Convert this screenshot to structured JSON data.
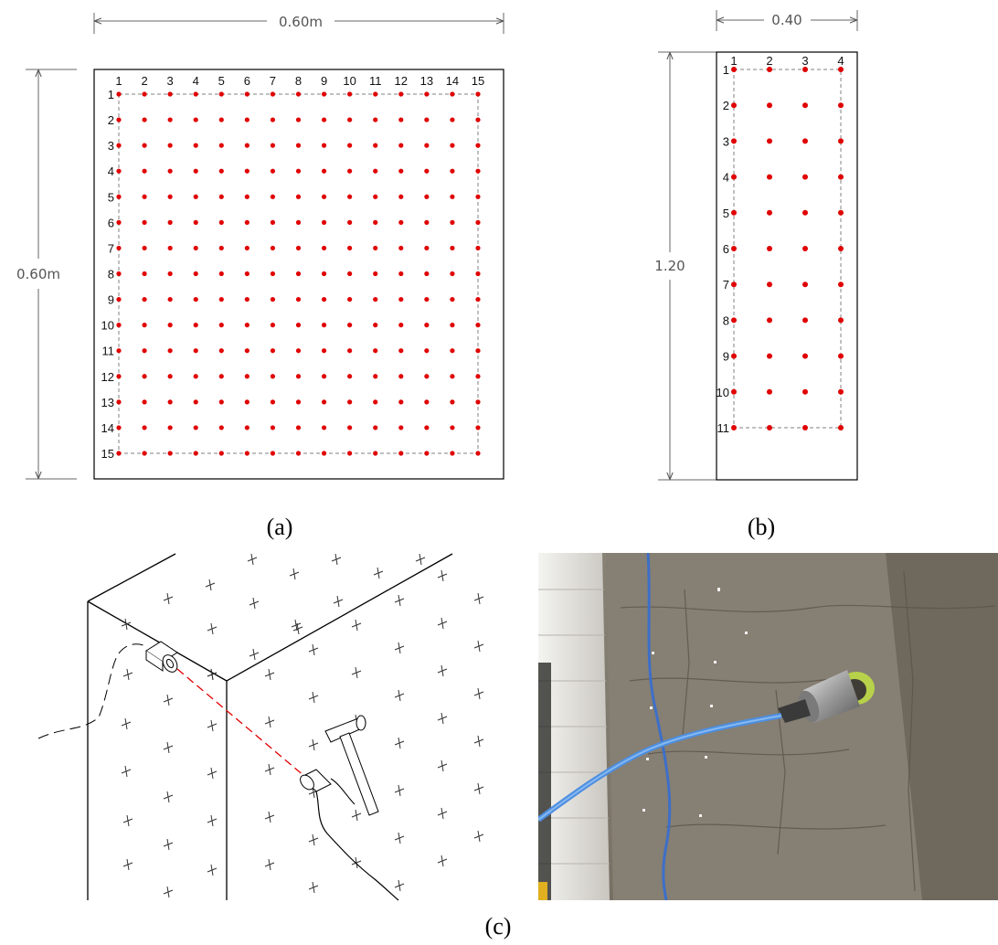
{
  "panel_a": {
    "caption": "(a)",
    "width_label": "0.60m",
    "height_label": "0.60m",
    "column_labels": [
      "1",
      "2",
      "3",
      "4",
      "5",
      "6",
      "7",
      "8",
      "9",
      "10",
      "11",
      "12",
      "13",
      "14",
      "15"
    ],
    "row_labels": [
      "1",
      "2",
      "3",
      "4",
      "5",
      "6",
      "7",
      "8",
      "9",
      "10",
      "11",
      "12",
      "13",
      "14",
      "15"
    ]
  },
  "panel_b": {
    "caption": "(b)",
    "width_label": "0.40",
    "height_label": "1.20",
    "column_labels": [
      "1",
      "2",
      "3",
      "4"
    ],
    "row_labels": [
      "1",
      "2",
      "3",
      "4",
      "5",
      "6",
      "7",
      "8",
      "9",
      "10",
      "11"
    ]
  },
  "panel_c": {
    "caption": "(c)"
  },
  "colors": {
    "point": "#e00000",
    "line": "#000000",
    "dim": "#555555",
    "dash": "#808080"
  }
}
